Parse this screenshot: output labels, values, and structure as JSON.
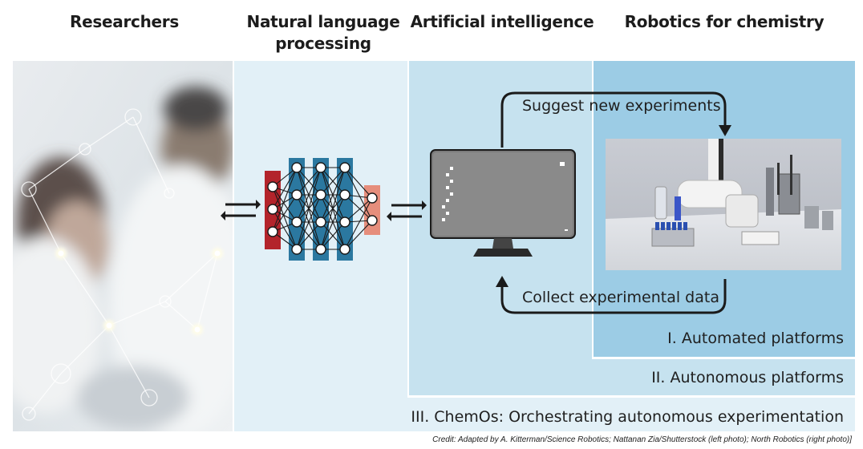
{
  "headers": {
    "researchers": "Researchers",
    "nlp": "Natural language processing",
    "ai": "Artificial intelligence",
    "robotics": "Robotics for chemistry"
  },
  "loop": {
    "suggest": "Suggest new experiments",
    "collect": "Collect experimental data"
  },
  "tiers": {
    "automated": "I. Automated platforms",
    "autonomous": "II. Autonomous platforms",
    "chemos": "III. ChemOs: Orchestrating autonomous experimentation"
  },
  "credit": "Credit: Adapted by A. Kitterman/Science Robotics; Nattanan Zia/Shutterstock (left photo); North Robotics (right photo)]",
  "colors": {
    "tier3": "#e2f0f7",
    "tier2": "#c6e2ef",
    "tier1": "#9ccce5",
    "arrow": "#1a1a1a",
    "input_layer": "#b3242b",
    "hidden_layer": "#2b78a0",
    "output_layer": "#e68e7c",
    "monitor": "#7b7b7b"
  },
  "icons": [
    "bidirectional-arrow-icon",
    "neural-network-icon",
    "computer-monitor-icon",
    "loop-arrow-icon"
  ]
}
